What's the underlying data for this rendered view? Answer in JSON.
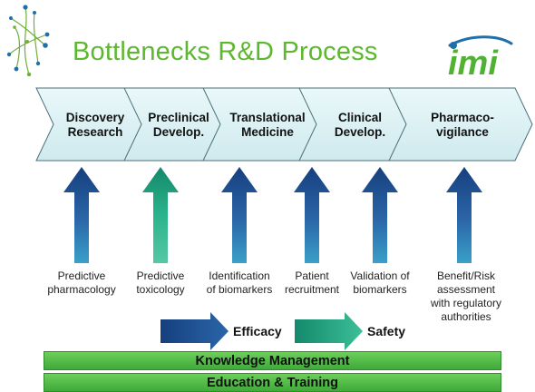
{
  "title": "Bottlenecks R&D Process",
  "logo": {
    "text": "imi",
    "brand_color": "#4fb233"
  },
  "colors": {
    "title_green": "#5cb82e",
    "chevron_fill": "#dff3f5",
    "arrow_dark_blue": "#1a4a8a",
    "arrow_teal": "#2aa882",
    "bar_green": "#4cb844"
  },
  "stages": [
    {
      "line1": "Discovery",
      "line2": "Research"
    },
    {
      "line1": "Preclinical",
      "line2": "Develop."
    },
    {
      "line1": "Translational",
      "line2": "Medicine"
    },
    {
      "line1": "Clinical",
      "line2": "Develop."
    },
    {
      "line1": "Pharmaco-",
      "line2": "vigilance"
    }
  ],
  "needs": [
    {
      "lines": [
        "Predictive",
        "pharmacology"
      ],
      "kind": "efficacy"
    },
    {
      "lines": [
        "Predictive",
        "toxicology"
      ],
      "kind": "safety"
    },
    {
      "lines": [
        "Identification",
        "of biomarkers"
      ],
      "kind": "efficacy"
    },
    {
      "lines": [
        "Patient",
        "recruitment"
      ],
      "kind": "efficacy"
    },
    {
      "lines": [
        "Validation of",
        "biomarkers"
      ],
      "kind": "efficacy"
    },
    {
      "lines": [
        "Benefit/Risk",
        "assessment",
        "with regulatory",
        "authorities"
      ],
      "kind": "efficacy"
    }
  ],
  "legend": {
    "efficacy": "Efficacy",
    "safety": "Safety"
  },
  "bars": {
    "knowledge": "Knowledge Management",
    "education": "Education & Training"
  }
}
